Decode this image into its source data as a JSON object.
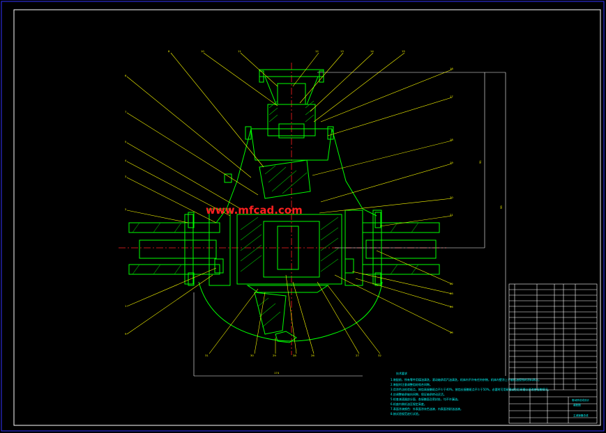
{
  "watermark": "www.mfcad.com",
  "notes_title": "技术要求",
  "notes": [
    "1.装配前，所有零件用煤油清洗，滚动轴承用汽油清洗，机体内不许有任何杂物，机体内壁涂上不被机油侵蚀的涂料两次。",
    "2.装配时注意调整齿轮啮合间隙。",
    "3.用涂色法检验斑点，按齿高接触斑点不少于40%，按齿长接触斑点不少于50%，必要时可用研磨或刮后研磨以便改善接触情况。",
    "4.应调整轴承轴向间隙，保证轴承转动灵活。",
    "5.检查减速器剖分面、各接触面及密封处，均不许漏油。",
    "6.机座内装机油至规定高度。",
    "7.表面涂漆颜色：外表面涂灰色油漆，内表面涂耐油油漆。",
    "8.按试验规范进行试验。"
  ],
  "dimensions": {
    "vertical_a": "91",
    "vertical_b": "95",
    "horizontal": "174"
  },
  "title_block": {
    "title_line1": "驱动桥总成设计",
    "title_line2": "装配图",
    "name": "主减速器总成"
  },
  "colors": {
    "outline": "#00ff00",
    "leader": "#ffff00",
    "center": "#ff2020",
    "note": "#00ffff",
    "frame": "#ffffff",
    "hatch": "#00c000",
    "border": "#3333ff"
  }
}
